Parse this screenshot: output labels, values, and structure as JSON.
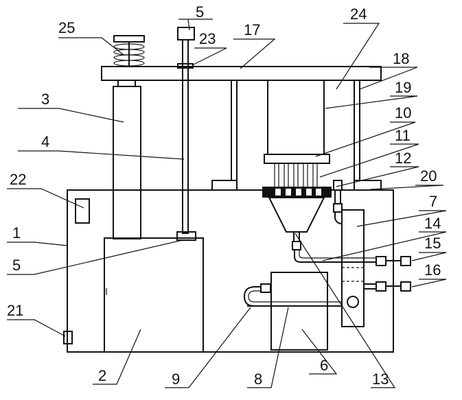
{
  "labels": {
    "l1": "1",
    "l2": "2",
    "l3": "3",
    "l4": "4",
    "l5a": "5",
    "l5b": "5",
    "l6": "6",
    "l7": "7",
    "l8": "8",
    "l9": "9",
    "l10": "10",
    "l11": "11",
    "l12": "12",
    "l13": "13",
    "l14": "14",
    "l15": "15",
    "l16": "16",
    "l17": "17",
    "l18": "18",
    "l19": "19",
    "l20": "20",
    "l21": "21",
    "l22": "22",
    "l23": "23",
    "l24": "24",
    "l25": "25"
  },
  "colors": {
    "line": "#111111",
    "background": "#ffffff"
  }
}
